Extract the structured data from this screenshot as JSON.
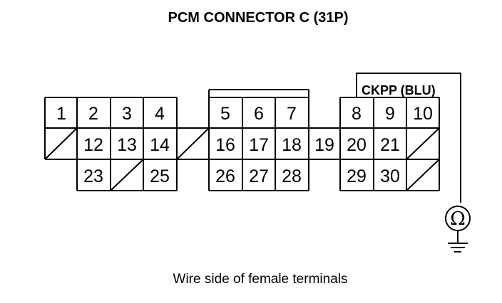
{
  "title": "PCM CONNECTOR C (31P)",
  "caption": "Wire side of female terminals",
  "wire_label": "CKPP (BLU)",
  "meter_symbol": "Ω",
  "meter_icon": "ohmmeter-icon",
  "ground_icon": "ground-icon",
  "pins": [
    "1",
    "2",
    "3",
    "4",
    "5",
    "6",
    "7",
    "8",
    "9",
    "10",
    "12",
    "13",
    "14",
    "16",
    "17",
    "18",
    "19",
    "20",
    "21",
    "23",
    "25",
    "26",
    "27",
    "28",
    "29",
    "30"
  ]
}
